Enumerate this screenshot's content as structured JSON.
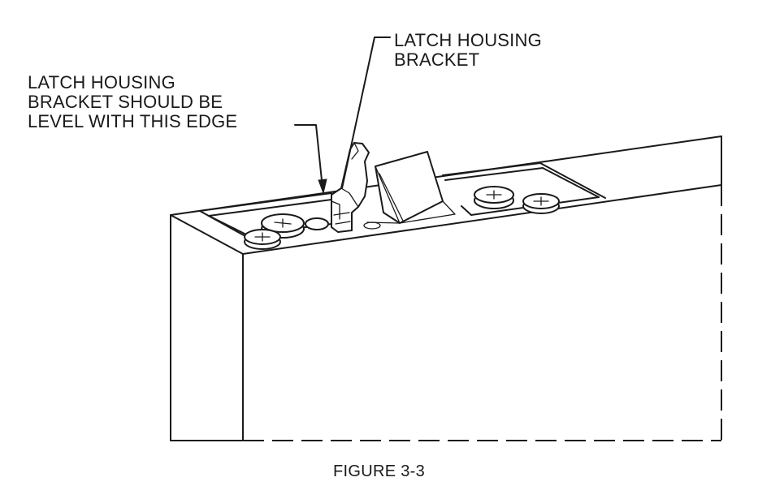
{
  "callouts": {
    "latch_housing_bracket": [
      "LATCH HOUSING",
      "BRACKET"
    ],
    "level_instruction": [
      "LATCH HOUSING",
      "BRACKET SHOULD BE",
      "LEVEL WITH THIS EDGE"
    ]
  },
  "caption": "FIGURE 3-3",
  "colors": {
    "ink": "#1a1a1a",
    "background": "#ffffff"
  }
}
